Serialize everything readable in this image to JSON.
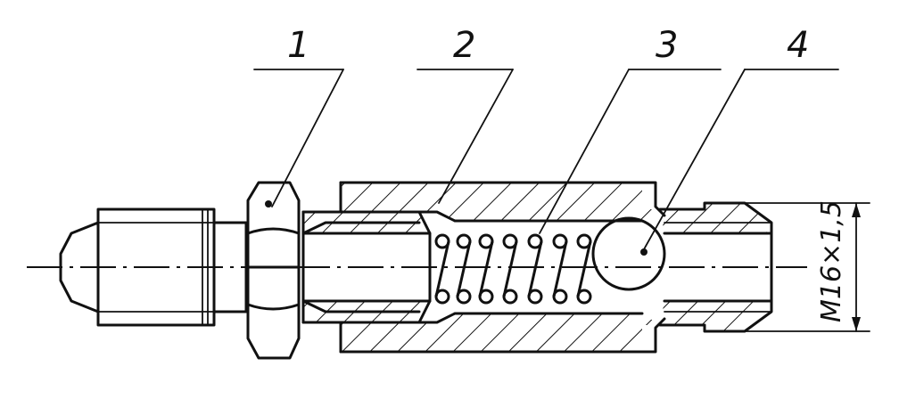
{
  "callouts": [
    {
      "number": "1"
    },
    {
      "number": "2"
    },
    {
      "number": "3"
    },
    {
      "number": "4"
    }
  ],
  "thread_dimension": "M16×1,5"
}
